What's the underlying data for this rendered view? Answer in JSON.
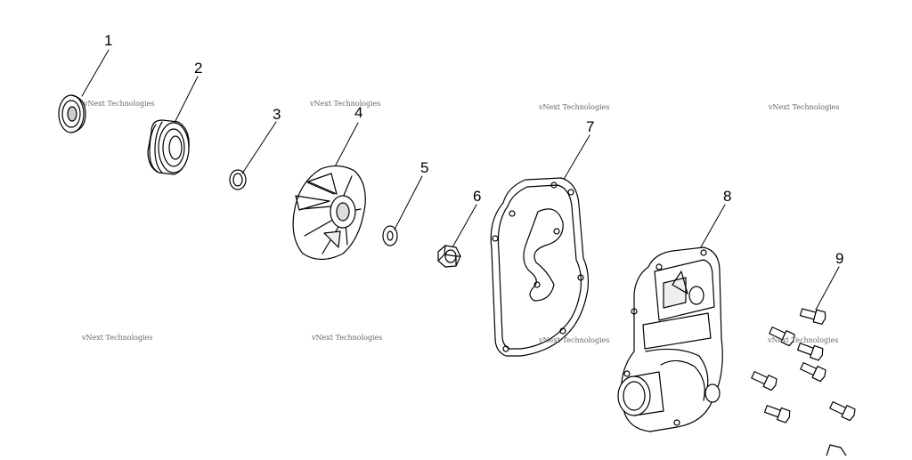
{
  "diagram": {
    "callouts": [
      {
        "id": "1",
        "label": "1"
      },
      {
        "id": "2",
        "label": "2"
      },
      {
        "id": "3",
        "label": "3"
      },
      {
        "id": "4",
        "label": "4"
      },
      {
        "id": "5",
        "label": "5"
      },
      {
        "id": "6",
        "label": "6"
      },
      {
        "id": "7",
        "label": "7"
      },
      {
        "id": "8",
        "label": "8"
      },
      {
        "id": "9",
        "label": "9"
      }
    ],
    "watermark_text": "vNext Technologies",
    "line_color": "#000000",
    "background": "#ffffff"
  }
}
